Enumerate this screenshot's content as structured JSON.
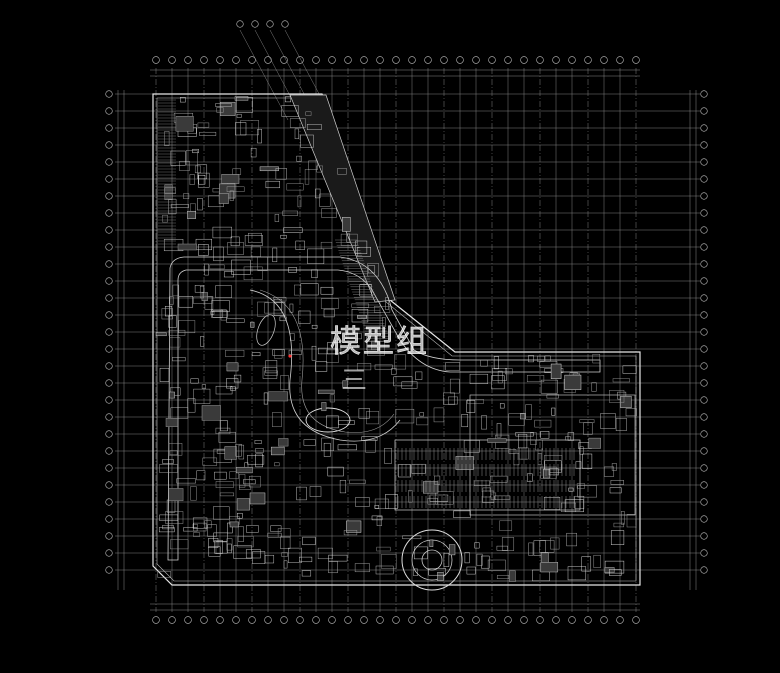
{
  "viewer": {
    "background": "#000000",
    "line_color": "#d8d8d8",
    "grid_color": "#9a9a9a",
    "highlight_color": "#ff3030"
  },
  "drawing": {
    "type": "architectural floor plan",
    "icon": "floor-plan-drawing",
    "watermark_text": "模型组",
    "watermark_subtext": "三"
  }
}
